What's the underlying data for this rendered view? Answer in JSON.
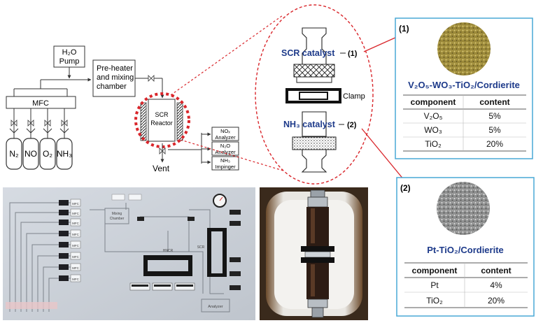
{
  "schematic": {
    "pump": [
      "H₂O",
      "Pump"
    ],
    "preheater": [
      "Pre-heater",
      "and mixing",
      "chamber"
    ],
    "mfc": "MFC",
    "gases": [
      "N₂",
      "NO",
      "O₂",
      "NH₃"
    ],
    "reactor": [
      "SCR",
      "Reactor"
    ],
    "vent": "Vent",
    "analyzers": [
      [
        "NOₓ",
        "Analyzer"
      ],
      [
        "N₂O",
        "Analyzer"
      ],
      [
        "NH₃",
        "Impinger"
      ]
    ]
  },
  "zoom": {
    "scr_label": "SCR catalyst",
    "scr_marker": "(1)",
    "clamp": "Clamp",
    "nh3_label": "NH₃ catalyst",
    "nh3_marker": "(2)"
  },
  "panel1": {
    "num": "(1)",
    "title": "V₂O₅-WO₃-TiO₂/Cordierite",
    "headers": [
      "component",
      "content"
    ],
    "rows": [
      [
        "V₂O₅",
        "5%"
      ],
      [
        "WO₃",
        "5%"
      ],
      [
        "TiO₂",
        "20%"
      ]
    ]
  },
  "panel2": {
    "num": "(2)",
    "title": "Pt-TiO₂/Cordierite",
    "headers": [
      "component",
      "content"
    ],
    "rows": [
      [
        "Pt",
        "4%"
      ],
      [
        "TiO₂",
        "20%"
      ]
    ]
  },
  "photo_board": {
    "mixing": [
      "Mixing",
      "Chamber"
    ],
    "mfc_tags": [
      "MFC",
      "MFC",
      "MFC",
      "MFC",
      "MFC",
      "MFC",
      "MFC",
      "MFC"
    ],
    "hncr": "HNCR",
    "scr": "SCR",
    "analyzer": "Analyzer"
  },
  "colors": {
    "accent_blue": "#1d3a8a",
    "red_dash": "#d9262b",
    "panel_border": "#49a8d6"
  }
}
